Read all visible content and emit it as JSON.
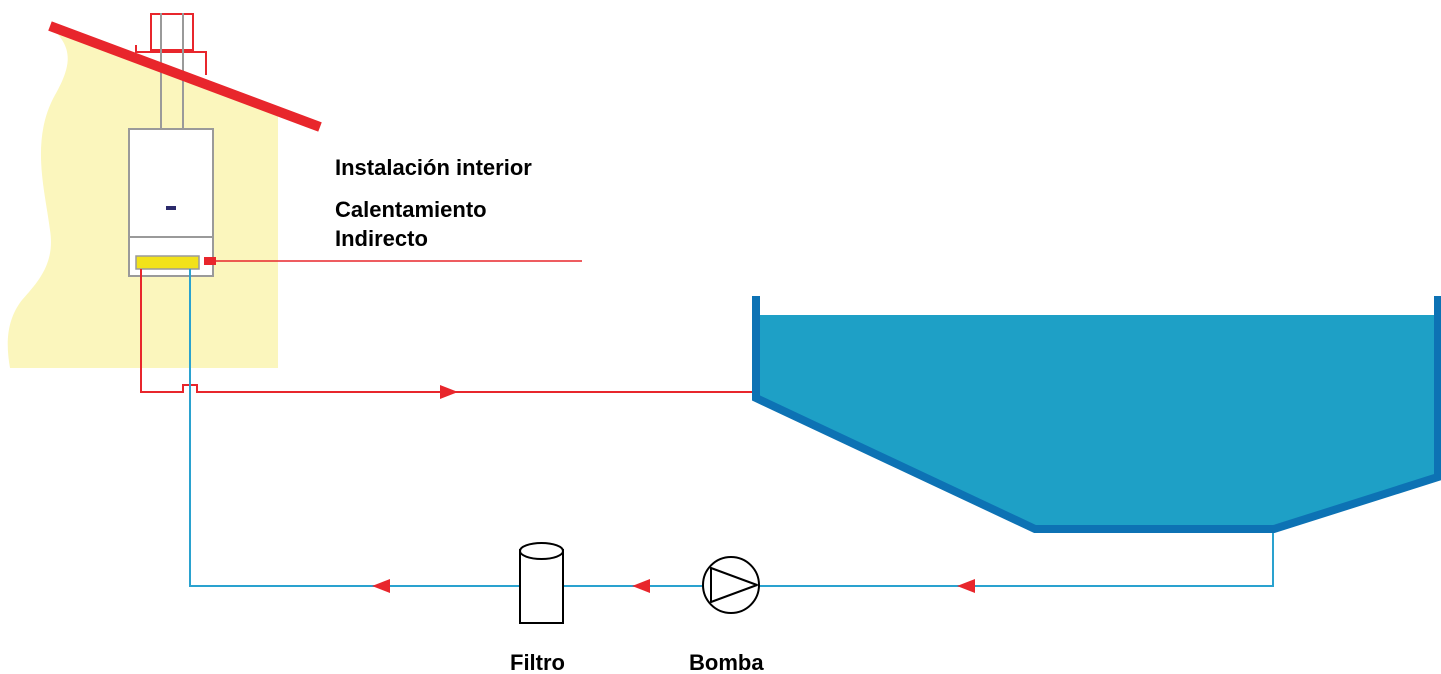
{
  "labels": {
    "installation_line1": "Instalación interior",
    "installation_line2": "Calentamiento",
    "installation_line3": "Indirecto",
    "filter": "Filtro",
    "pump": "Bomba"
  },
  "colors": {
    "wall": "#fbf6bd",
    "roof": "#e8262c",
    "chimney": "#e8262c",
    "boiler_outline": "#9a9a9a",
    "heat_exchanger": "#f2e21a",
    "hot_pipe": "#e8262c",
    "cold_pipe": "#2aa2cf",
    "pool_water": "#1ea0c6",
    "pool_edge": "#0d72b4",
    "boiler_indicator": "#2b2a6b"
  },
  "icons": {
    "pump": "pump-icon",
    "filter": "filter-icon",
    "flow_arrow": "flow-arrow-icon"
  }
}
